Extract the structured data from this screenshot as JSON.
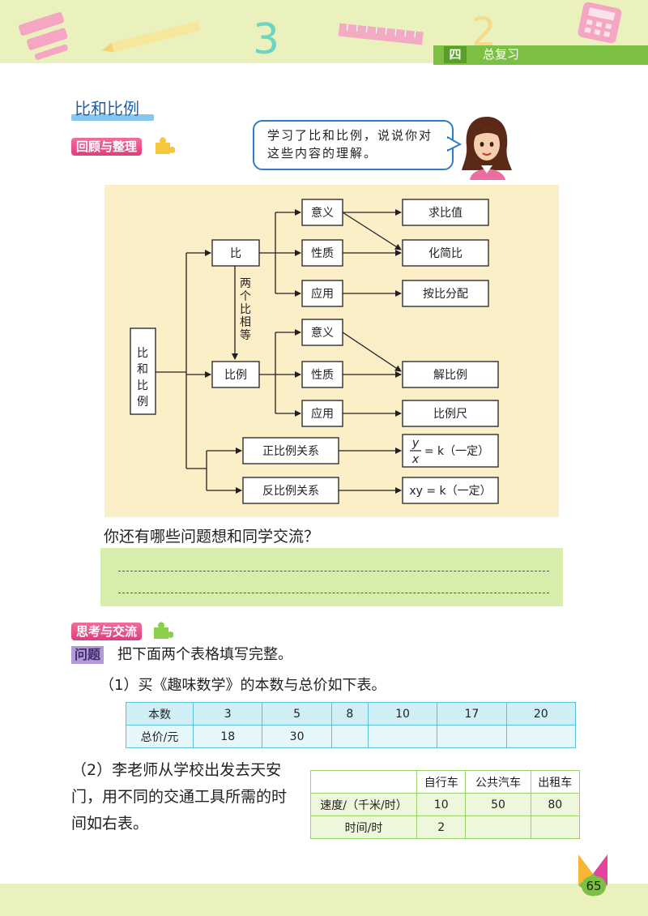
{
  "header": {
    "chapter_number": "四",
    "chapter_title": "总复习",
    "decor_digits": [
      "3",
      "2"
    ]
  },
  "section": {
    "title": "比和比例",
    "review_tag": "回顾与整理",
    "speech": "学习了比和比例，说说你对这些内容的理解。"
  },
  "concept_map": {
    "root": "比和比例",
    "ratio": "比",
    "proportion": "比例",
    "link_label": "两个比相等",
    "ratio_children": [
      "意义",
      "性质",
      "应用"
    ],
    "ratio_results": [
      "求比值",
      "化简比",
      "按比分配"
    ],
    "proportion_children": [
      "意义",
      "性质",
      "应用"
    ],
    "proportion_results": [
      "解比例",
      "比例尺"
    ],
    "direct": "正比例关系",
    "inverse": "反比例关系",
    "direct_formula": {
      "num": "y",
      "den": "x",
      "rest": "= k（一定）"
    },
    "inverse_formula": "xy = k（一定）"
  },
  "discussion": {
    "prompt": "你还有哪些问题想和同学交流？"
  },
  "think": {
    "tag": "思考与交流",
    "question_tag": "问题",
    "question": "把下面两个表格填写完整。",
    "part1": "（1）买《趣味数学》的本数与总价如下表。",
    "table1": {
      "headers": [
        "本数",
        "3",
        "5",
        "8",
        "10",
        "17",
        "20"
      ],
      "row": [
        "总价/元",
        "18",
        "30",
        "",
        "",
        "",
        ""
      ]
    },
    "part2": "（2）李老师从学校出发去天安门，用不同的交通工具所需的时间如右表。",
    "table2": {
      "headers": [
        "",
        "自行车",
        "公共汽车",
        "出租车"
      ],
      "rows": [
        [
          "速度/（千米/时）",
          "10",
          "50",
          "80"
        ],
        [
          "时间/时",
          "2",
          "",
          ""
        ]
      ]
    }
  },
  "footer": {
    "page_number": "65"
  }
}
